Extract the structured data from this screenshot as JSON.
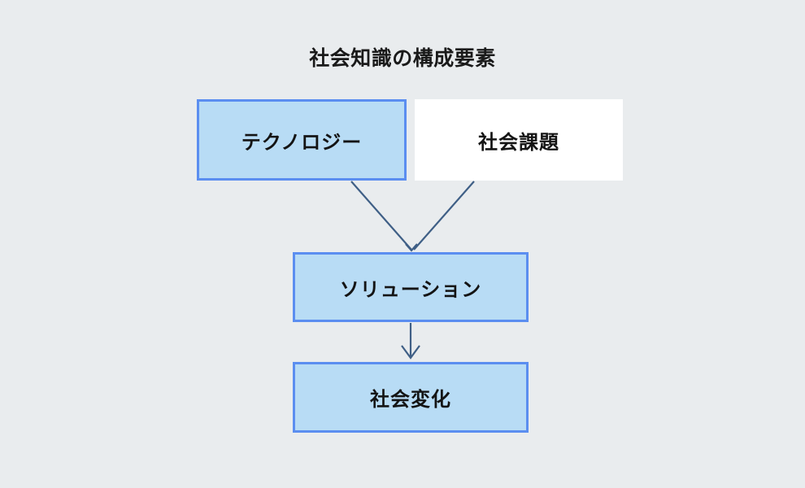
{
  "diagram": {
    "title": "社会知識の構成要素",
    "background_color": "#e9ecee",
    "node_fill_color": "#b8dcf5",
    "node_border_color": "#5b8ef0",
    "edge_color": "#3f5f86",
    "nodes": [
      {
        "id": "technology",
        "label": "テクノロジー",
        "style": "filled"
      },
      {
        "id": "social_issues",
        "label": "社会課題",
        "style": "plain"
      },
      {
        "id": "solution",
        "label": "ソリューション",
        "style": "filled"
      },
      {
        "id": "social_change",
        "label": "社会変化",
        "style": "filled"
      }
    ],
    "edges": [
      {
        "from": "technology",
        "to": "solution"
      },
      {
        "from": "social_issues",
        "to": "solution"
      },
      {
        "from": "solution",
        "to": "social_change"
      }
    ]
  }
}
